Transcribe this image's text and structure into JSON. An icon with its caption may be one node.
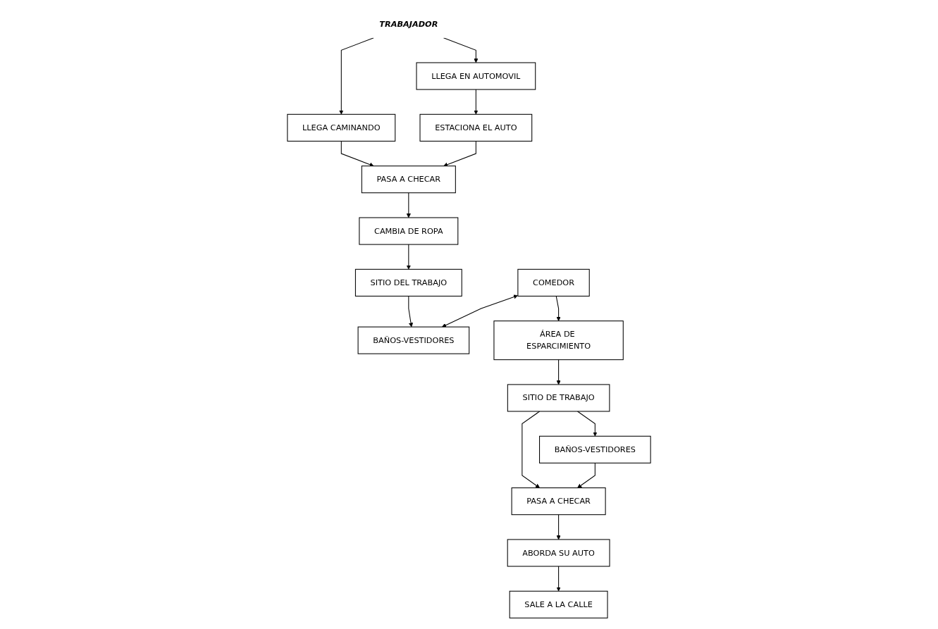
{
  "diagram": {
    "nodes": [
      {
        "text": [
          "TRABAJADOR"
        ]
      },
      {
        "text": [
          "LLEGA CAMINANDO"
        ]
      },
      {
        "text": [
          "LLEGA EN AUTOMOVIL"
        ]
      },
      {
        "text": [
          "PASA A CHECAR"
        ]
      },
      {
        "text": [
          "ESTACIONA EL AUTO"
        ]
      },
      {
        "text": [
          "CAMBIA DE ROPA"
        ]
      },
      {
        "text": [
          "SITIO DEL TRABAJO"
        ]
      },
      {
        "text": [
          "COMEDOR"
        ]
      },
      {
        "text": [
          "BAÑOS-VESTIDORES"
        ]
      },
      {
        "text": [
          "ÁREA DE ESPARCIMIENTO"
        ]
      },
      {
        "text": [
          "SITIO DE TRABAJO"
        ]
      },
      {
        "text": [
          "BAÑOS-VESTIDORES"
        ]
      },
      {
        "text": [
          "ABORDA SU AUTO"
        ]
      },
      {
        "text": [
          "PASA A CHECAR"
        ]
      },
      {
        "text": [
          "SALE A LA CALLE"
        ]
      }
    ],
    "edges": [
      {
        "from": 0,
        "to": 1,
        "arrow": "to"
      },
      {
        "from": 0,
        "to": 2,
        "arrow": "to"
      },
      {
        "from": 1,
        "to": 3,
        "arrow": "to"
      },
      {
        "from": 2,
        "to": 4,
        "arrow": "to"
      },
      {
        "from": 4,
        "to": 3,
        "arrow": "to"
      },
      {
        "from": 3,
        "to": 5,
        "arrow": "to"
      },
      {
        "from": 5,
        "to": 6,
        "arrow": "to"
      },
      {
        "from": 6,
        "to": 8,
        "arrow": "to"
      },
      {
        "from": 7,
        "to": 8,
        "arrow": "both"
      },
      {
        "from": 7,
        "to": 9,
        "arrow": "to"
      },
      {
        "from": 9,
        "to": 10,
        "arrow": "to"
      },
      {
        "from": 10,
        "to": 11,
        "arrow": "to"
      },
      {
        "from": 10,
        "to": 13,
        "arrow": "to"
      },
      {
        "from": 11,
        "to": 13,
        "arrow": "to"
      },
      {
        "from": 13,
        "to": 12,
        "arrow": "to"
      },
      {
        "from": 12,
        "to": 14,
        "arrow": "to"
      }
    ]
  }
}
